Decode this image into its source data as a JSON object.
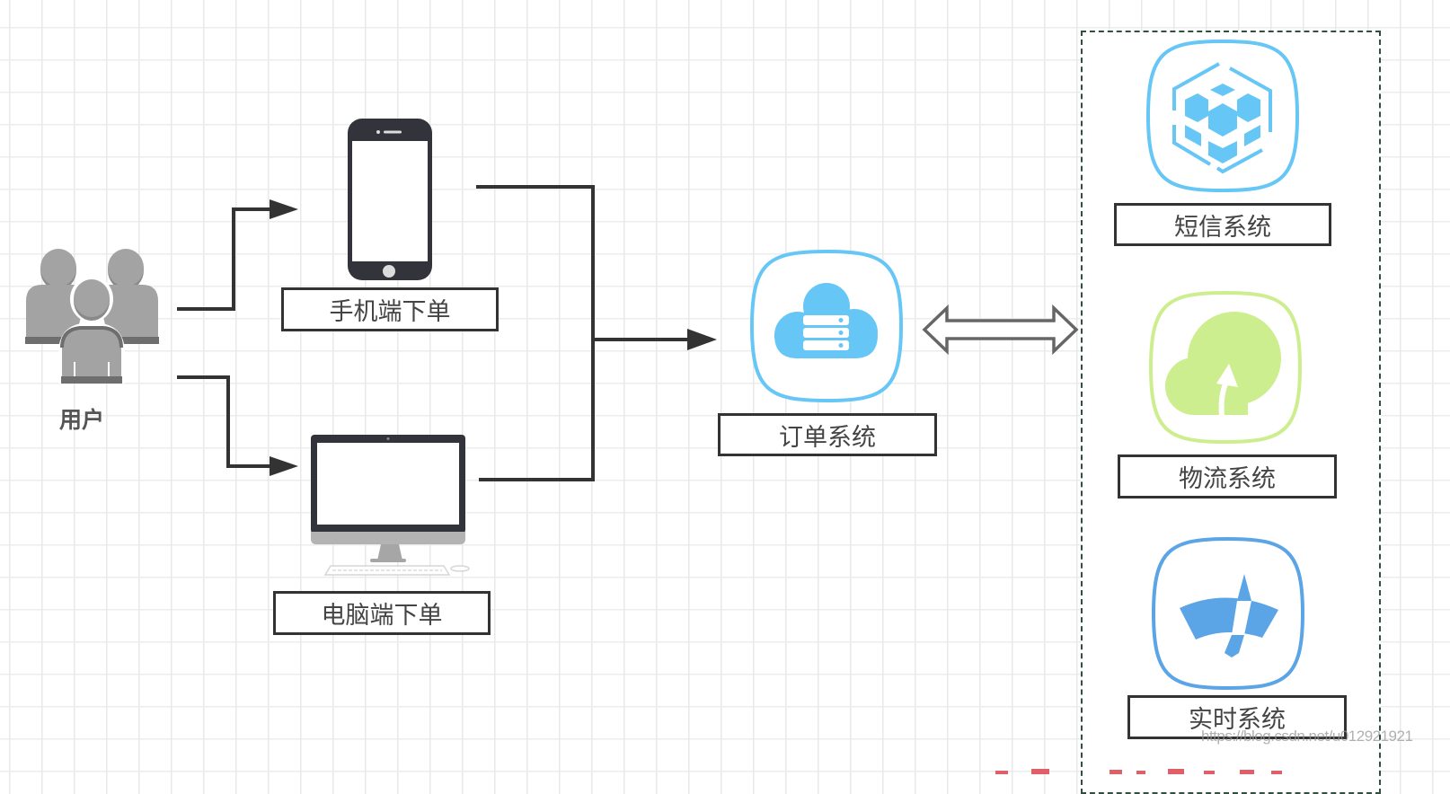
{
  "diagram": {
    "title": "订单系统架构图",
    "nodes": {
      "user": {
        "label": "用户",
        "icon": "users-group-icon"
      },
      "mobile": {
        "label": "手机端下单",
        "icon": "smartphone-icon"
      },
      "desktop": {
        "label": "电脑端下单",
        "icon": "desktop-computer-icon"
      },
      "order": {
        "label": "订单系统",
        "icon": "cloud-server-icon"
      },
      "sms": {
        "label": "短信系统",
        "icon": "cube-cluster-icon"
      },
      "logistics": {
        "label": "物流系统",
        "icon": "cloud-upload-icon"
      },
      "realtime": {
        "label": "实时系统",
        "icon": "gauge-icon"
      }
    },
    "edges": [
      {
        "from": "用户",
        "to": "手机端下单",
        "type": "arrow"
      },
      {
        "from": "用户",
        "to": "电脑端下单",
        "type": "arrow"
      },
      {
        "from": "手机端下单",
        "to": "订单系统",
        "type": "arrow"
      },
      {
        "from": "电脑端下单",
        "to": "订单系统",
        "type": "arrow"
      },
      {
        "from": "订单系统",
        "to": "下游系统组",
        "type": "bidirectional"
      }
    ],
    "colors": {
      "line": "#333333",
      "order_blue": "#66c6f5",
      "sms_blue": "#66c6f5",
      "logistics_green": "#cdee8e",
      "realtime_blue": "#5ba4e5",
      "group_border": "#2f4f3f",
      "user_gray": "#a0a0a0",
      "device_dark": "#32333b"
    }
  },
  "watermark": "https://blog.csdn.net/u012921921"
}
